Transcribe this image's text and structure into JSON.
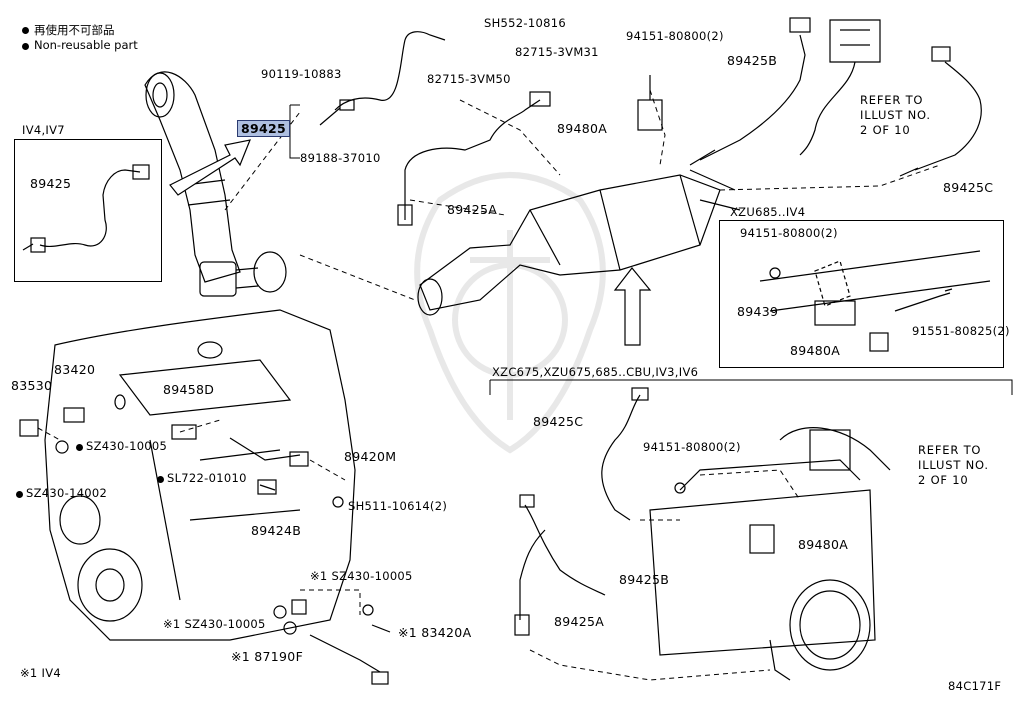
{
  "legend": {
    "item1": "再使用不可部品",
    "item2": "Non-reusable part"
  },
  "inset_left": {
    "title": "IV4,IV7",
    "part": "89425"
  },
  "inset_xzu": {
    "title": "XZU685..IV4"
  },
  "inset_xzc": {
    "title": "XZC675,XZU675,685..CBU,IV3,IV6"
  },
  "refer_note": {
    "line1": "REFER TO",
    "line2": "ILLUST NO.",
    "line3": "2 OF 10"
  },
  "footnote": "※1 IV4",
  "diagram_code": "84C171F",
  "parts": {
    "p_sh552": "SH552-10816",
    "p_82715_3vm31": "82715-3VM31",
    "p_90119": "90119-10883",
    "p_82715_3vm50": "82715-3VM50",
    "p_89425_main": "89425",
    "p_89188": "89188-37010",
    "p_94151_top": "94151-80800(2)",
    "p_89425b_top": "89425B",
    "p_89480a_top": "89480A",
    "p_89425a_top": "89425A",
    "p_89425c_top": "89425C",
    "p_94151_xzu": "94151-80800(2)",
    "p_89439": "89439",
    "p_91551": "91551-80825(2)",
    "p_89480a_xzu": "89480A",
    "p_83420": "83420",
    "p_83530": "83530",
    "p_89458d": "89458D",
    "p_sz430_1": "SZ430-10005",
    "p_sz430_14002": "SZ430-14002",
    "p_89420m": "89420M",
    "p_sl722": "SL722-01010",
    "p_sh511": "SH511-10614(2)",
    "p_89424b": "89424B",
    "p_sz430_2": "※1 SZ430-10005",
    "p_sz430_3": "※1 SZ430-10005",
    "p_83420a": "※1  83420A",
    "p_87190f": "※1  87190F",
    "p_89425c_low": "89425C",
    "p_94151_low": "94151-80800(2)",
    "p_89480a_low": "89480A",
    "p_89425b_low": "89425B",
    "p_89425a_low": "89425A"
  }
}
